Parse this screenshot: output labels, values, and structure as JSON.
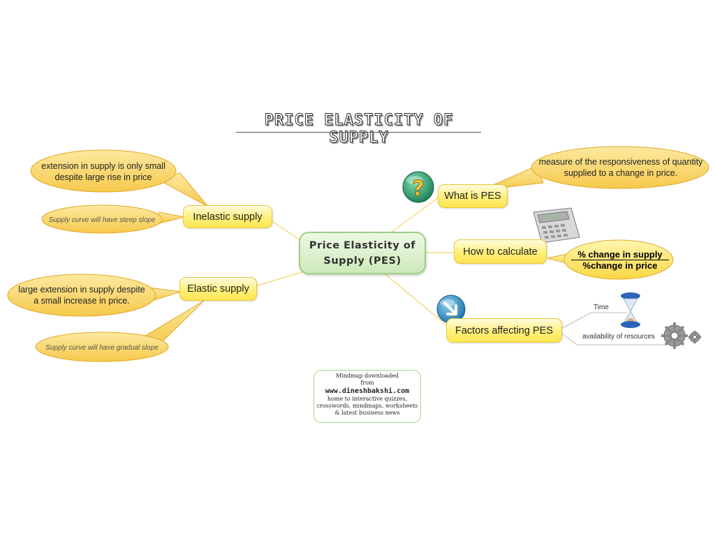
{
  "title": "PRICE ELASTICITY OF SUPPLY",
  "central": {
    "line1": "Price Elasticity of",
    "line2": "Supply (PES)"
  },
  "branches": {
    "what_is_pes": {
      "label": "What is PES",
      "note_line1": "measure of the responsiveness of quantity",
      "note_line2": "supplied to a change in price."
    },
    "how_to_calculate": {
      "label": "How to calculate",
      "formula_numerator": "% change in supply",
      "formula_denominator": "%change in price"
    },
    "factors": {
      "label": "Factors affecting PES",
      "items": [
        "Time",
        "availability of resources"
      ]
    },
    "inelastic": {
      "label": "Inelastic supply",
      "note_line1": "extension in supply is only small",
      "note_line2": "despite large rise in price",
      "curve_note": "Supply curve will have steep slope"
    },
    "elastic": {
      "label": "Elastic supply",
      "note_line1": "large extension in supply despite",
      "note_line2": "a small increase in price.",
      "curve_note": "Supply curve will have gradual slope"
    }
  },
  "footer": {
    "line1": "Mindmap downloaded",
    "line2": "from",
    "site": "www.dineshbakshi.com",
    "line3": "home to interactive quizzes,",
    "line4": "crosswords, mindmaps, worksheets",
    "line5": "& latest business news"
  },
  "icons": [
    "question-mark-icon",
    "calculator-icon",
    "arrow-down-right-icon",
    "hourglass-icon",
    "gears-icon"
  ],
  "colors": {
    "branch_fill": "#fff07a",
    "callout_fill": "#fbd466",
    "central_fill": "#d8eec6",
    "connector": "#f5d76b"
  }
}
